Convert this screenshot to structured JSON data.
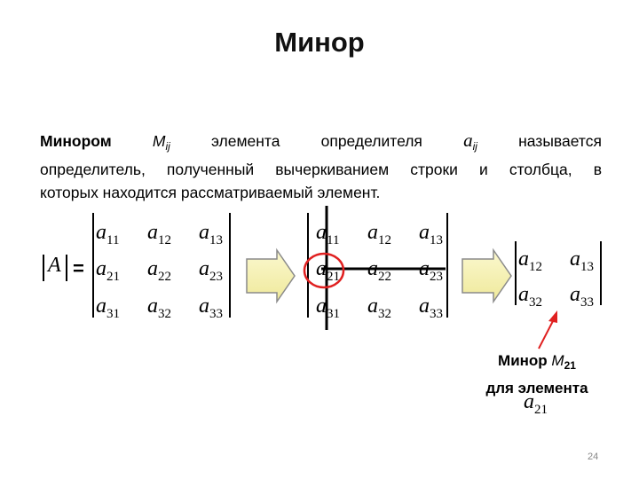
{
  "title": "Минор",
  "definition": {
    "w_minorom": "Минором",
    "w_Mij_base": "M",
    "w_Mij_sub": "ij",
    "w_elementa": "элемента",
    "w_opredelitelya": "определителя",
    "w_aij_base": "a",
    "w_aij_sub": "ij",
    "w_nazyvaetsya": "называется",
    "line2": "определитель, полученный вычеркиванием строки и столбца, в",
    "line3": "которых находится рассматриваемый элемент."
  },
  "det_label": "A",
  "equals": "=",
  "matrix": {
    "base": "a",
    "subs": [
      [
        "11",
        "12",
        "13"
      ],
      [
        "21",
        "22",
        "23"
      ],
      [
        "31",
        "32",
        "33"
      ]
    ]
  },
  "minor": {
    "base": "a",
    "subs": [
      [
        "12",
        "13"
      ],
      [
        "32",
        "33"
      ]
    ]
  },
  "caption": {
    "line1_prefix": "Минор ",
    "line1_M": "M",
    "line1_sub": "21",
    "line2": "для элемента",
    "element_base": "a",
    "element_sub": "21"
  },
  "page_number": "24",
  "colors": {
    "arrow_fill": "#f7f3b0",
    "arrow_stroke": "#8a8a8a",
    "highlight_circle": "#e02020",
    "pointer_arrow": "#e02020"
  }
}
